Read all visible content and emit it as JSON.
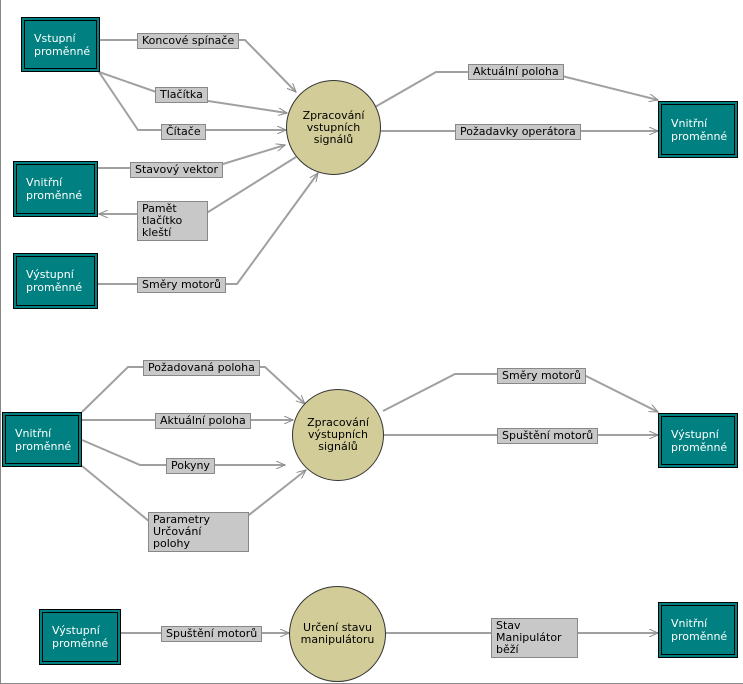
{
  "diagram1": {
    "sources": {
      "vstupni": "Vstupní\nproměnné",
      "vnitrni": "Vnitřní\nproměnné",
      "vystupni": "Výstupní\nproměnné"
    },
    "process": "Zpracování\nvstupních\nsignálů",
    "target": "Vnitřní\nproměnné",
    "labels": {
      "koncove": "Koncové spínače",
      "tlacitka": "Tlačítka",
      "citace": "Čítače",
      "stavovy": "Stavový vektor",
      "pamet": "Pamět tlačítko\nkleští",
      "smery": "Směry motorů",
      "aktualni": "Aktuální poloha",
      "pozadavky": "Požadavky operátora"
    }
  },
  "diagram2": {
    "source": "Vnitřní\nproměnné",
    "process": "Zpracování\nvýstupních\nsignálů",
    "target_top": "Výstupní\nproměnné",
    "target_mid": "Výstupní\nproměnné",
    "labels": {
      "pozadovana": "Požadovaná poloha",
      "aktualni": "Aktuální poloha",
      "pokyny": "Pokyny",
      "parametry": "Parametry Určování\npolohy",
      "smery": "Směry motorů",
      "spusteni": "Spuštění motorů"
    }
  },
  "diagram3": {
    "source": "Výstupní\nproměnné",
    "process": "Určení stavu\nmanipulátoru",
    "target": "Vnitřní\nproměnné",
    "labels": {
      "spusteni": "Spuštění motorů",
      "stav": "Stav Manipulátor\nběží"
    }
  },
  "colors": {
    "box_fill": "#008080",
    "process_fill": "#d2cc98",
    "label_fill": "#c8c8c8",
    "line": "#9a9a9a"
  }
}
